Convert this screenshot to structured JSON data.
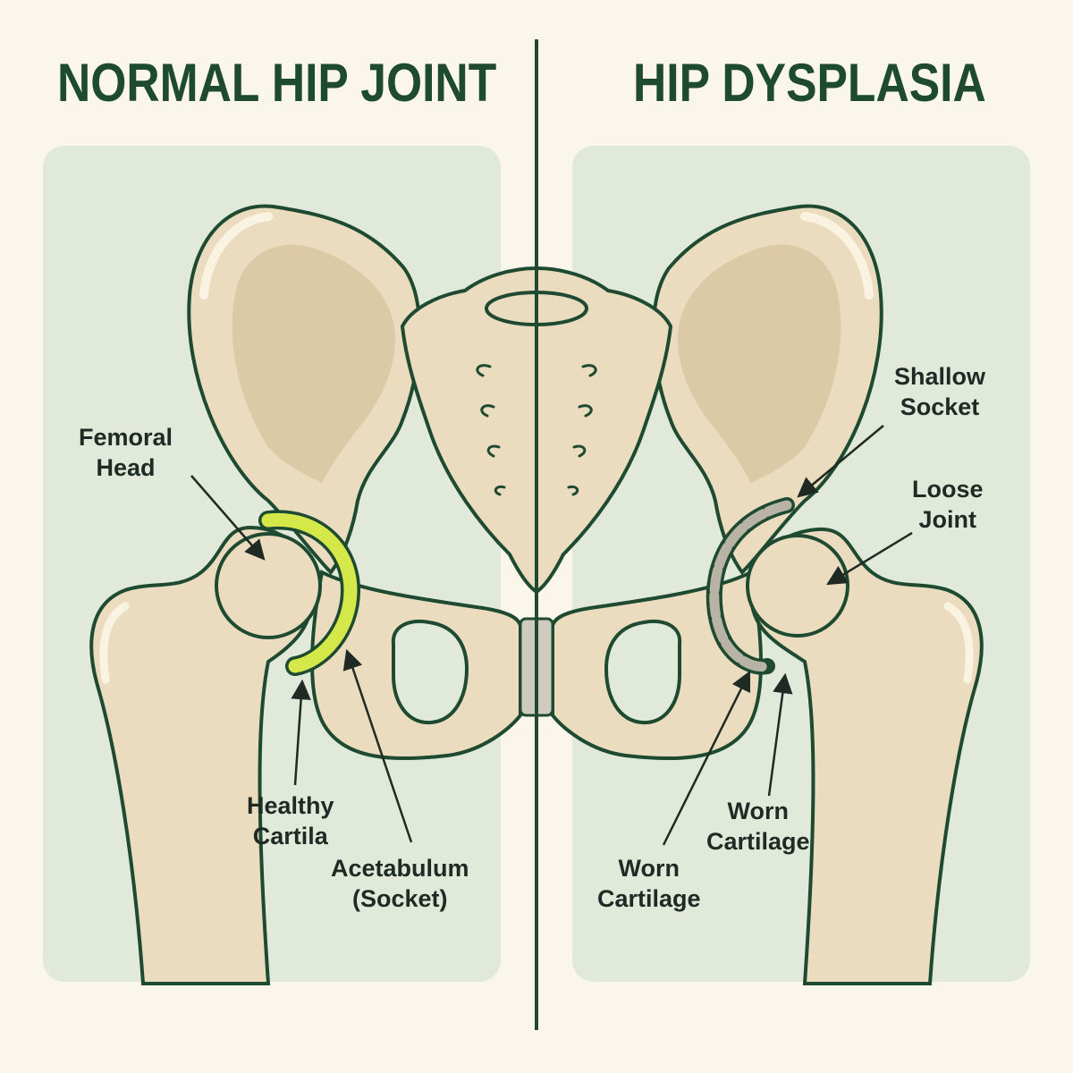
{
  "panels": {
    "normal": {
      "title": "NORMAL HIP JOINT",
      "labels": {
        "femoral_head": [
          "Femoral",
          "Head"
        ],
        "healthy_cartilage": [
          "Healthy",
          "Cartila"
        ],
        "acetabulum": [
          "Acetabulum",
          "(Socket)"
        ]
      }
    },
    "dysplasia": {
      "title": "HIP DYSPLASIA",
      "labels": {
        "shallow_socket": [
          "Shallow",
          "Socket"
        ],
        "loose_joint": [
          "Loose",
          "Joint"
        ],
        "worn_cartilage_right": [
          "Worn",
          "Cartilage"
        ],
        "worn_cartilage_left": [
          "Worn",
          "Cartilage"
        ]
      }
    }
  },
  "colors": {
    "background": "#fbf6ec",
    "panel": "#e0e9da",
    "outline": "#1d4a30",
    "bone": "#ebdcbf",
    "bone_shadow": "#d8c4a0",
    "healthy_cartilage": "#d4e84a",
    "worn_cartilage": "#b9b3a6",
    "symphysis": "#cfccbf"
  }
}
